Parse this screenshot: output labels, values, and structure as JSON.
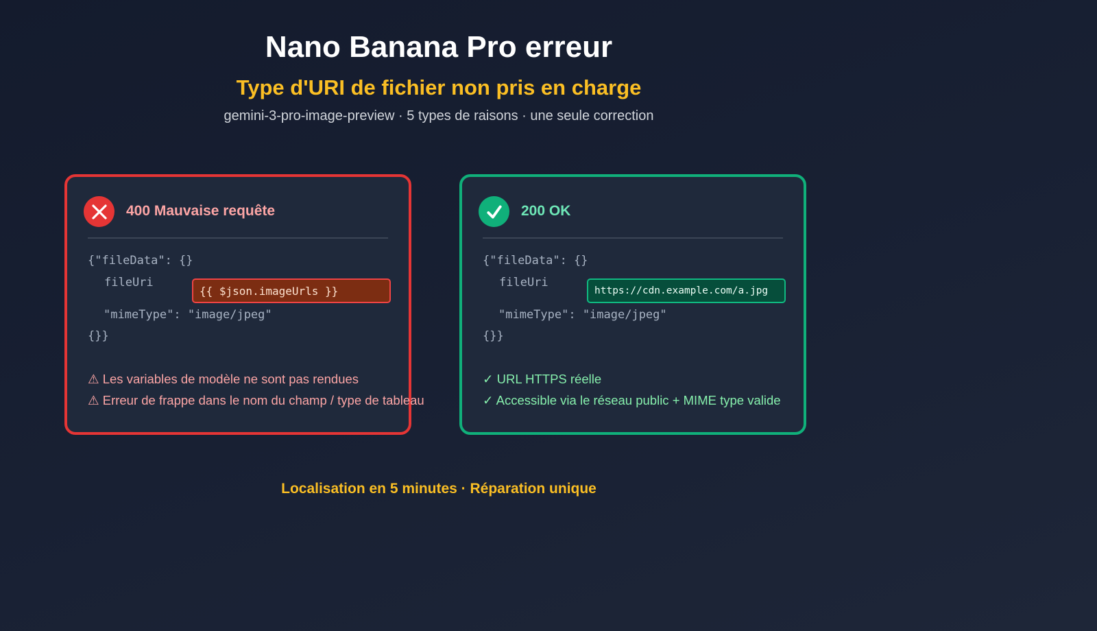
{
  "header": {
    "title": "Nano Banana Pro erreur",
    "subtitle": "Type d'URI de fichier non pris en charge",
    "meta": "gemini-3-pro-image-preview · 5 types de raisons · une seule correction"
  },
  "colors": {
    "background": "#161d2f",
    "accent_yellow": "#fbbf24",
    "error_red": "#e53535",
    "success_green": "#10b07a"
  },
  "cards": {
    "bad": {
      "icon": "x-circle-icon",
      "status": "400 Mauvaise requête",
      "code_line1": "{\"fileData\": {}",
      "field_label": "fileUri",
      "field_value": "{{ $json.imageUrls }}",
      "code_line3": "\"mimeType\": \"image/jpeg\"",
      "code_line4": "{}}",
      "notes": [
        "⚠ Les variables de modèle ne sont pas rendues",
        "⚠ Erreur de frappe dans le nom du champ / type de tableau"
      ]
    },
    "good": {
      "icon": "check-circle-icon",
      "status": "200 OK",
      "code_line1": "{\"fileData\": {}",
      "field_label": "fileUri",
      "field_value": "https://cdn.example.com/a.jpg",
      "code_line3": "\"mimeType\": \"image/jpeg\"",
      "code_line4": "{}}",
      "notes": [
        "✓ URL HTTPS réelle",
        "✓ Accessible via le réseau public + MIME type valide"
      ]
    }
  },
  "footer": "Localisation en 5 minutes · Réparation unique"
}
